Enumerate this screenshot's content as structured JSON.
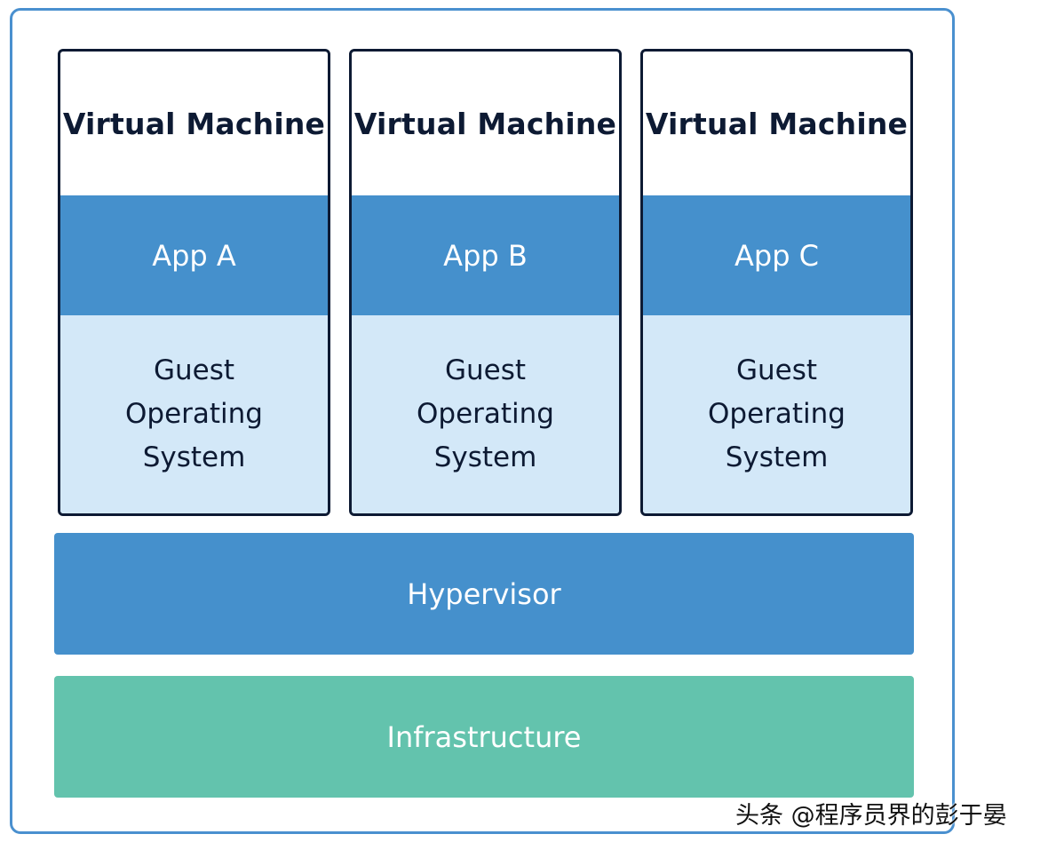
{
  "diagram": {
    "virtual_machines": [
      {
        "title": "Virtual Machine",
        "app": "App A",
        "os_lines": [
          "Guest",
          "Operating",
          "System"
        ]
      },
      {
        "title": "Virtual Machine",
        "app": "App B",
        "os_lines": [
          "Guest",
          "Operating",
          "System"
        ]
      },
      {
        "title": "Virtual Machine",
        "app": "App C",
        "os_lines": [
          "Guest",
          "Operating",
          "System"
        ]
      }
    ],
    "hypervisor_label": "Hypervisor",
    "infrastructure_label": "Infrastructure"
  },
  "watermark": "头条 @程序员界的彭于晏",
  "colors": {
    "frame_border": "#4a90cf",
    "vm_border": "#0d1a33",
    "app_layer": "#4590cc",
    "guest_os_layer": "#d3e8f8",
    "hypervisor_layer": "#4590cc",
    "infrastructure_layer": "#63c3ad"
  }
}
